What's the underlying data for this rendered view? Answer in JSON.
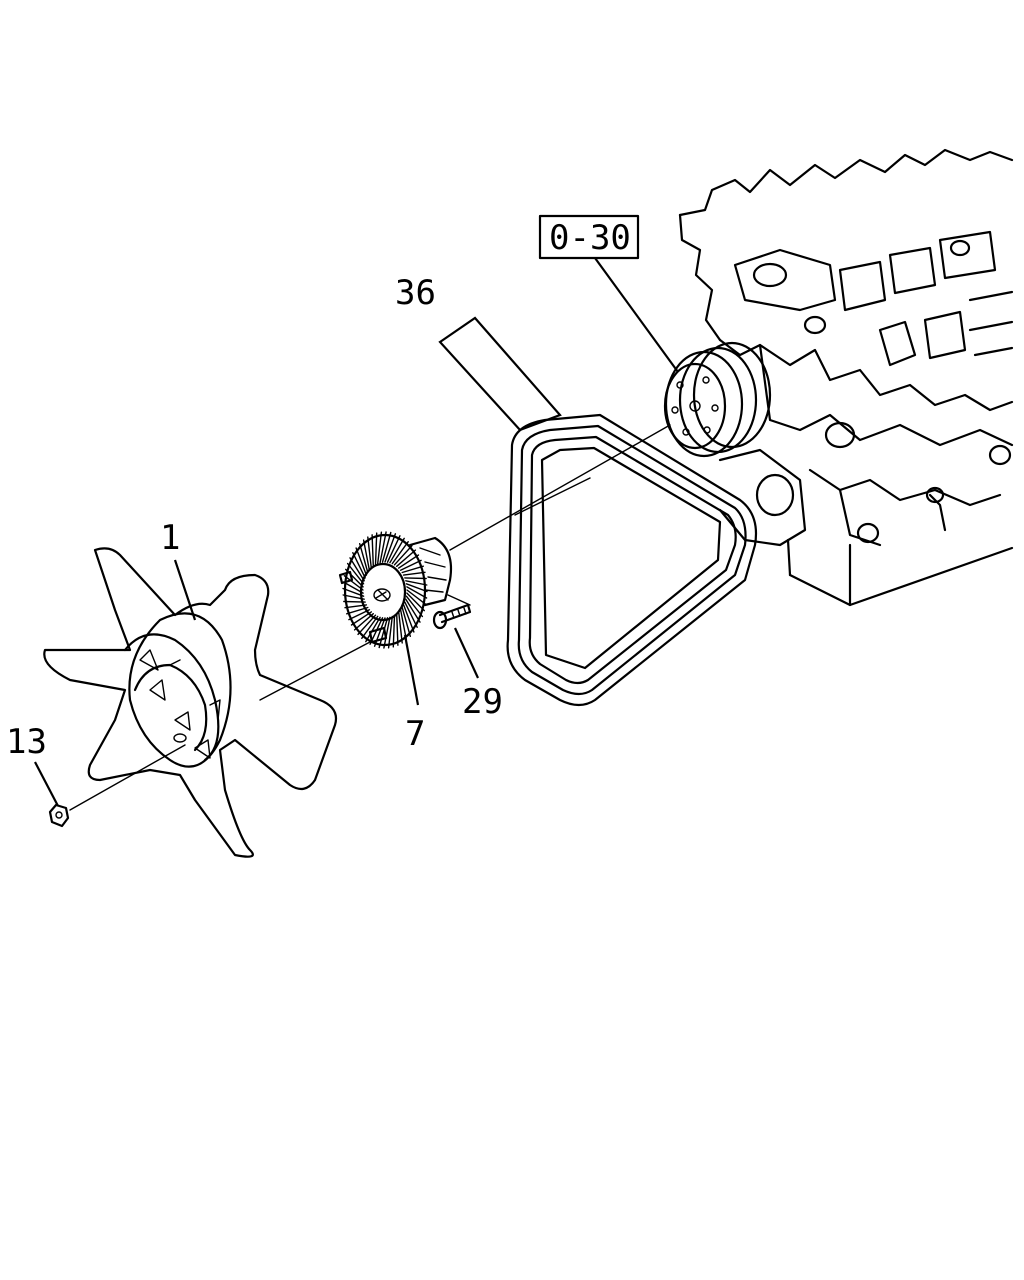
{
  "callouts": {
    "ref_box": "0-30",
    "belt": "36",
    "fan": "1",
    "clutch": "7",
    "bolt": "29",
    "nut": "13"
  }
}
